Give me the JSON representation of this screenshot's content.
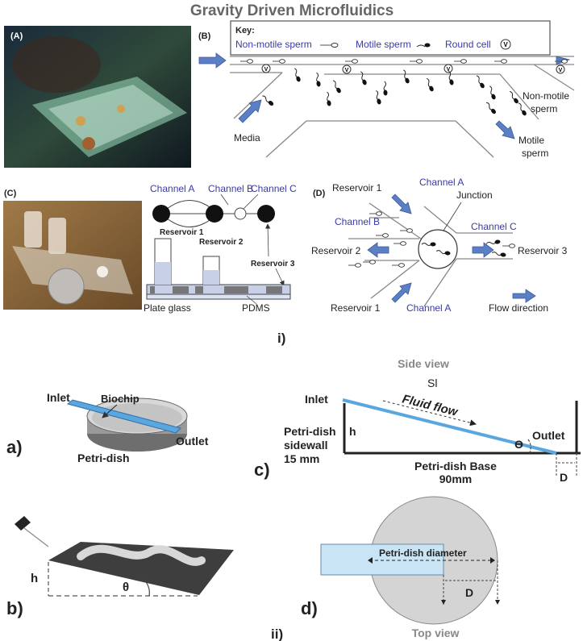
{
  "title": "Gravity Driven Microfluidics",
  "panel_A": {
    "label": "(A)"
  },
  "panel_B": {
    "label": "(B)",
    "key_heading": "Key:",
    "key_non_motile": "Non-motile sperm",
    "key_motile": "Motile sperm",
    "key_round": "Round cell",
    "media": "Media",
    "out_nonmotile_1": "Non-motile",
    "out_nonmotile_2": "sperm",
    "out_motile_1": "Motile",
    "out_motile_2": "sperm"
  },
  "panel_C": {
    "label": "(C)",
    "channel_a": "Channel A",
    "channel_b": "Channel B",
    "channel_c": "Channel C",
    "reservoir_1": "Reservoir 1",
    "reservoir_2": "Reservoir 2",
    "reservoir_3": "Reservoir 3",
    "plate_glass": "Plate glass",
    "pdms": "PDMS"
  },
  "panel_D": {
    "label": "(D)",
    "reservoir_1_top": "Reservoir 1",
    "channel_a_top": "Channel A",
    "junction": "Junction",
    "channel_b": "Channel B",
    "channel_c": "Channel C",
    "reservoir_2": "Reservoir 2",
    "reservoir_3": "Reservoir 3",
    "reservoir_1_bottom": "Reservoir 1",
    "channel_a_bottom": "Channel A",
    "flow_direction": "Flow direction"
  },
  "section_i": "i)",
  "section_ii": "ii)",
  "sub_a": {
    "label": "a)",
    "inlet": "Inlet",
    "biochip": "Biochip",
    "outlet": "Outlet",
    "petri": "Petri-dish"
  },
  "sub_b": {
    "label": "b)",
    "h": "h",
    "theta": "θ"
  },
  "sub_c": {
    "label": "c)",
    "side_view": "Side view",
    "sl": "Sl",
    "fluid_flow": "Fluid flow",
    "inlet": "Inlet",
    "outlet": "Outlet",
    "h": "h",
    "theta": "ϴ",
    "sidewall_1": "Petri-dish",
    "sidewall_2": "sidewall",
    "sidewall_3": "15 mm",
    "base_1": "Petri-dish Base",
    "base_2": "90mm",
    "d": "D"
  },
  "sub_d": {
    "label": "d)",
    "diameter": "Petri-dish diameter",
    "d": "D",
    "top_view": "Top view"
  },
  "colors": {
    "arrow_blue": "#5b7fc4",
    "label_blue": "#3a3aa8",
    "line_gray": "#666666",
    "chip_blue": "#5aa7e0",
    "dish_gray": "#d4d4d4"
  }
}
